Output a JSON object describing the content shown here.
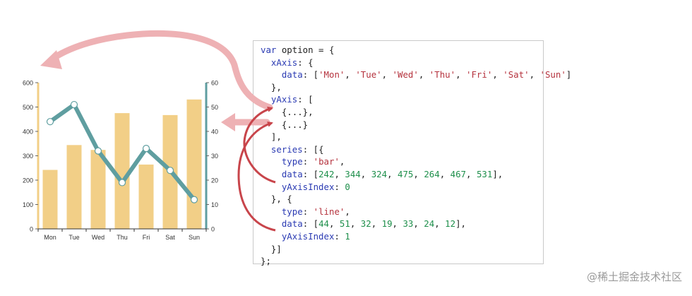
{
  "chart_data": {
    "type": "bar",
    "categories": [
      "Mon",
      "Tue",
      "Wed",
      "Thu",
      "Fri",
      "Sat",
      "Sun"
    ],
    "series": [
      {
        "type": "bar",
        "values": [
          242,
          344,
          324,
          475,
          264,
          467,
          531
        ],
        "yAxisIndex": 0,
        "color": "#f2cf87"
      },
      {
        "type": "line",
        "values": [
          44,
          51,
          32,
          19,
          33,
          24,
          12
        ],
        "yAxisIndex": 1,
        "color": "#5f9ea0"
      }
    ],
    "y_left": {
      "range": [
        0,
        600
      ],
      "ticks": [
        0,
        100,
        200,
        300,
        400,
        500,
        600
      ],
      "color": "#f2cf87"
    },
    "y_right": {
      "range": [
        0,
        60
      ],
      "ticks": [
        0,
        10,
        20,
        30,
        40,
        50,
        60
      ],
      "color": "#5f9ea0"
    },
    "grid": false
  },
  "code": {
    "lines": [
      [
        {
          "c": "kw",
          "t": "var "
        },
        {
          "c": "pl",
          "t": "option = {"
        }
      ],
      [
        {
          "c": "pl",
          "t": "  "
        },
        {
          "c": "kw",
          "t": "xAxis"
        },
        {
          "c": "pl",
          "t": ": {"
        }
      ],
      [
        {
          "c": "pl",
          "t": "    "
        },
        {
          "c": "kw",
          "t": "data"
        },
        {
          "c": "pl",
          "t": ": ["
        },
        {
          "c": "str",
          "t": "'Mon'"
        },
        {
          "c": "pl",
          "t": ", "
        },
        {
          "c": "str",
          "t": "'Tue'"
        },
        {
          "c": "pl",
          "t": ", "
        },
        {
          "c": "str",
          "t": "'Wed'"
        },
        {
          "c": "pl",
          "t": ", "
        },
        {
          "c": "str",
          "t": "'Thu'"
        },
        {
          "c": "pl",
          "t": ", "
        },
        {
          "c": "str",
          "t": "'Fri'"
        },
        {
          "c": "pl",
          "t": ", "
        },
        {
          "c": "str",
          "t": "'Sat'"
        },
        {
          "c": "pl",
          "t": ", "
        },
        {
          "c": "str",
          "t": "'Sun'"
        },
        {
          "c": "pl",
          "t": "]"
        }
      ],
      [
        {
          "c": "pl",
          "t": "  },"
        }
      ],
      [
        {
          "c": "pl",
          "t": "  "
        },
        {
          "c": "kw",
          "t": "yAxis"
        },
        {
          "c": "pl",
          "t": ": ["
        }
      ],
      [
        {
          "c": "pl",
          "t": "    {...},"
        }
      ],
      [
        {
          "c": "pl",
          "t": "    {...}"
        }
      ],
      [
        {
          "c": "pl",
          "t": "  ],"
        }
      ],
      [
        {
          "c": "pl",
          "t": "  "
        },
        {
          "c": "kw",
          "t": "series"
        },
        {
          "c": "pl",
          "t": ": [{"
        }
      ],
      [
        {
          "c": "pl",
          "t": "    "
        },
        {
          "c": "kw",
          "t": "type"
        },
        {
          "c": "pl",
          "t": ": "
        },
        {
          "c": "str",
          "t": "'bar'"
        },
        {
          "c": "pl",
          "t": ","
        }
      ],
      [
        {
          "c": "pl",
          "t": "    "
        },
        {
          "c": "kw",
          "t": "data"
        },
        {
          "c": "pl",
          "t": ": ["
        },
        {
          "c": "num",
          "t": "242"
        },
        {
          "c": "pl",
          "t": ", "
        },
        {
          "c": "num",
          "t": "344"
        },
        {
          "c": "pl",
          "t": ", "
        },
        {
          "c": "num",
          "t": "324"
        },
        {
          "c": "pl",
          "t": ", "
        },
        {
          "c": "num",
          "t": "475"
        },
        {
          "c": "pl",
          "t": ", "
        },
        {
          "c": "num",
          "t": "264"
        },
        {
          "c": "pl",
          "t": ", "
        },
        {
          "c": "num",
          "t": "467"
        },
        {
          "c": "pl",
          "t": ", "
        },
        {
          "c": "num",
          "t": "531"
        },
        {
          "c": "pl",
          "t": "],"
        }
      ],
      [
        {
          "c": "pl",
          "t": "    "
        },
        {
          "c": "kw",
          "t": "yAxisIndex"
        },
        {
          "c": "pl",
          "t": ": "
        },
        {
          "c": "num",
          "t": "0"
        }
      ],
      [
        {
          "c": "pl",
          "t": "  }, {"
        }
      ],
      [
        {
          "c": "pl",
          "t": "    "
        },
        {
          "c": "kw",
          "t": "type"
        },
        {
          "c": "pl",
          "t": ": "
        },
        {
          "c": "str",
          "t": "'line'"
        },
        {
          "c": "pl",
          "t": ","
        }
      ],
      [
        {
          "c": "pl",
          "t": "    "
        },
        {
          "c": "kw",
          "t": "data"
        },
        {
          "c": "pl",
          "t": ": ["
        },
        {
          "c": "num",
          "t": "44"
        },
        {
          "c": "pl",
          "t": ", "
        },
        {
          "c": "num",
          "t": "51"
        },
        {
          "c": "pl",
          "t": ", "
        },
        {
          "c": "num",
          "t": "32"
        },
        {
          "c": "pl",
          "t": ", "
        },
        {
          "c": "num",
          "t": "19"
        },
        {
          "c": "pl",
          "t": ", "
        },
        {
          "c": "num",
          "t": "33"
        },
        {
          "c": "pl",
          "t": ", "
        },
        {
          "c": "num",
          "t": "24"
        },
        {
          "c": "pl",
          "t": ", "
        },
        {
          "c": "num",
          "t": "12"
        },
        {
          "c": "pl",
          "t": "],"
        }
      ],
      [
        {
          "c": "pl",
          "t": "    "
        },
        {
          "c": "kw",
          "t": "yAxisIndex"
        },
        {
          "c": "pl",
          "t": ": "
        },
        {
          "c": "num",
          "t": "1"
        }
      ],
      [
        {
          "c": "pl",
          "t": "  }]"
        }
      ],
      [
        {
          "c": "pl",
          "t": "};"
        }
      ]
    ]
  },
  "colors": {
    "keyword": "#2b3bb3",
    "string": "#b5323d",
    "number": "#1e8f4b",
    "arrow_big": "#eeb1b4",
    "arrow_small": "#c8454b"
  },
  "watermark": "@稀土掘金技术社区"
}
